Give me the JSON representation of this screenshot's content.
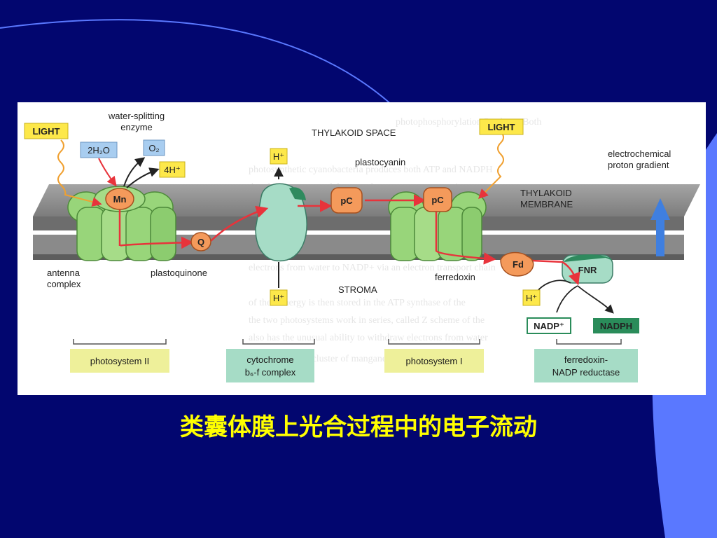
{
  "slide": {
    "caption": "类囊体膜上光合过程中的电子流动",
    "colors": {
      "background": "#02066f",
      "caption": "#ffff00",
      "accent_curve": "#5a78ff"
    }
  },
  "diagram": {
    "light_left": "LIGHT",
    "light_right": "LIGHT",
    "water_splitting_line1": "water-splitting",
    "water_splitting_line2": "enzyme",
    "water": "2H₂O",
    "oxygen": "O₂",
    "protons_released": "4H⁺",
    "mn": "Mn",
    "thylakoid_space": "THYLAKOID SPACE",
    "stroma": "STROMA",
    "thylakoid_membrane_line1": "THYLAKOID",
    "thylakoid_membrane_line2": "MEMBRANE",
    "gradient_line1": "electrochemical",
    "gradient_line2": "proton gradient",
    "plastocyanin": "plastocyanin",
    "pc": "pC",
    "h_plus": "H⁺",
    "plastoquinone": "plastoquinone",
    "q": "Q",
    "antenna_line1": "antenna",
    "antenna_line2": "complex",
    "ferredoxin": "ferredoxin",
    "fd": "Fd",
    "fnr": "FNR",
    "nadp_plus": "NADP⁺",
    "nadph": "NADPH",
    "photosystem_ii": "photosystem II",
    "cytochrome_line1": "cytochrome",
    "cytochrome_line2": "b₆-f complex",
    "photosystem_i": "photosystem I",
    "reductase_line1": "ferredoxin-",
    "reductase_line2": "NADP reductase",
    "colors": {
      "light_box": "#fde84a",
      "molecule_box": "#a8cdf0",
      "protein_green": "#98d57a",
      "carrier_orange": "#f49a5b",
      "cytochrome_teal": "#a6dcc6",
      "membrane_gray": "#8e8e8e",
      "electron_path": "#e8333b",
      "gradient_arrow": "#3f7fe0",
      "nadph_box": "#2a8c5a",
      "caption_box_yellow": "#eef09a",
      "caption_box_teal": "#a6dcc6"
    }
  }
}
